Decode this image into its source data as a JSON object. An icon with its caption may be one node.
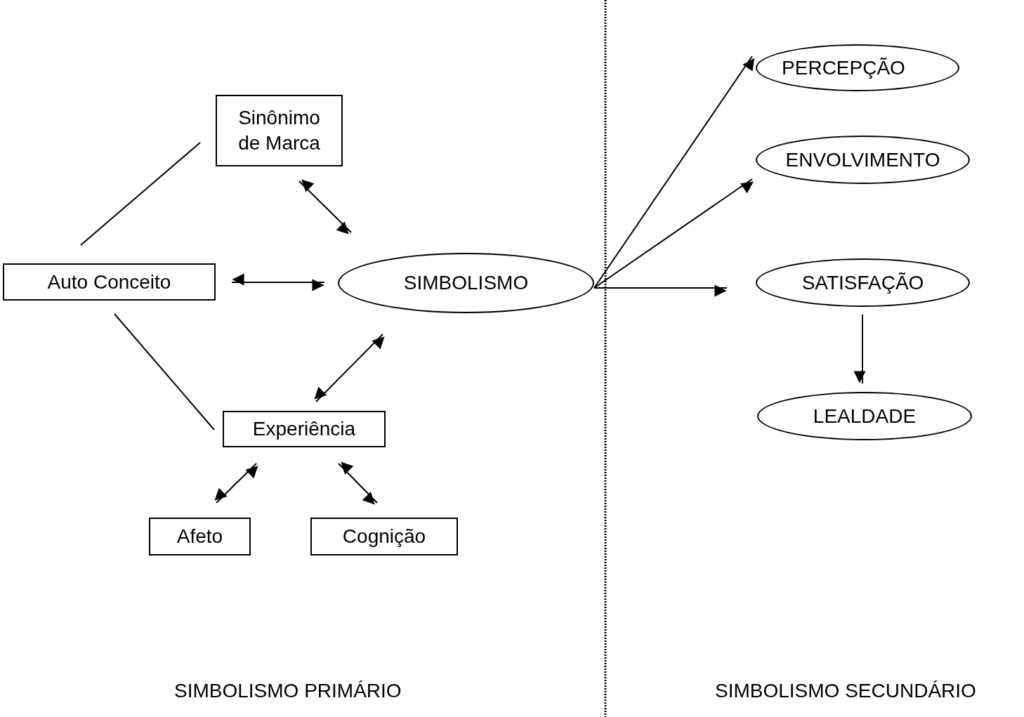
{
  "diagram": {
    "nodes": [
      {
        "text": [
          "Sinônimo de Marca"
        ]
      },
      {
        "text": [
          "Auto Conceito"
        ]
      },
      {
        "text": [
          "SIMBOLISMO"
        ]
      },
      {
        "text": [
          "Experiência"
        ]
      },
      {
        "text": [
          "Afeto"
        ]
      },
      {
        "text": [
          "Cognição"
        ]
      },
      {
        "text": [
          "PERCEPÇÃO"
        ]
      },
      {
        "text": [
          "ENVOLVIMENTO"
        ]
      },
      {
        "text": [
          "SATISFAÇÃO"
        ]
      },
      {
        "text": [
          "LEALDADE"
        ]
      }
    ],
    "edges": [
      {
        "from": 0,
        "to": 2,
        "arrow": "both"
      },
      {
        "from": 1,
        "to": 2,
        "arrow": "both"
      },
      {
        "from": 2,
        "to": 3,
        "arrow": "both"
      },
      {
        "from": 3,
        "to": 4,
        "arrow": "both"
      },
      {
        "from": 3,
        "to": 5,
        "arrow": "both"
      },
      {
        "from": 1,
        "to": 0,
        "arrow": "none"
      },
      {
        "from": 1,
        "to": 3,
        "arrow": "none"
      },
      {
        "from": 2,
        "to": 6,
        "arrow": "to"
      },
      {
        "from": 2,
        "to": 7,
        "arrow": "to"
      },
      {
        "from": 2,
        "to": 8,
        "arrow": "to"
      },
      {
        "from": 8,
        "to": 9,
        "arrow": "to"
      }
    ],
    "labels": [
      "SIMBOLISMO PRIMÁRIO",
      "SIMBOLISMO SECUNDÁRIO"
    ]
  }
}
